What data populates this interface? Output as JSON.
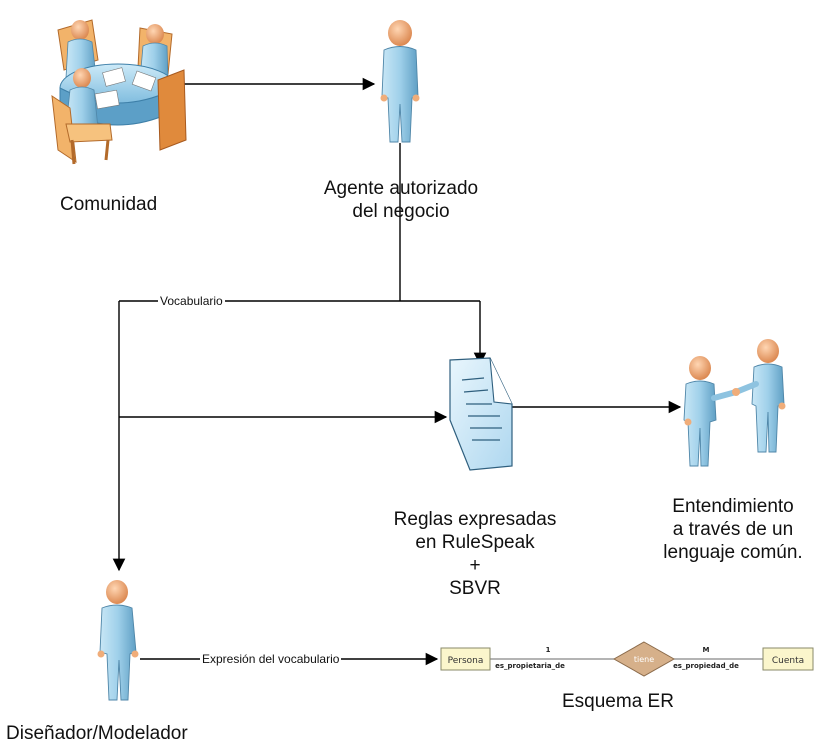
{
  "nodes": {
    "comunidad": {
      "label": "Comunidad"
    },
    "agente": {
      "line1": "Agente autorizado",
      "line2": "del negocio"
    },
    "reglas": {
      "line1": "Reglas expresadas",
      "line2": "en RuleSpeak",
      "line3": "+",
      "line4": "SBVR"
    },
    "entendimiento": {
      "line1": "Entendimiento",
      "line2": "a través de un",
      "line3": "lenguaje común."
    },
    "disenador": {
      "label": "Diseñador/Modelador"
    }
  },
  "edges": {
    "vocabulario": "Vocabulario",
    "expresion": "Expresión del vocabulario"
  },
  "er_schema": {
    "title": "Esquema ER",
    "entity_left": "Persona",
    "relationship": "tiene",
    "entity_right": "Cuenta",
    "cardinality_left": "1",
    "cardinality_right": "M",
    "role_left": "es_propietaria_de",
    "role_right": "es_propiedad_de"
  },
  "colors": {
    "figure_body": "#9fd0ea",
    "figure_head": "#f0ad7a",
    "table": "#a8d8f0",
    "chair": "#e8a15a",
    "entity_fill": "#fbf6cc",
    "relationship_fill": "#d6b08a",
    "document": "#d4ecfa"
  }
}
